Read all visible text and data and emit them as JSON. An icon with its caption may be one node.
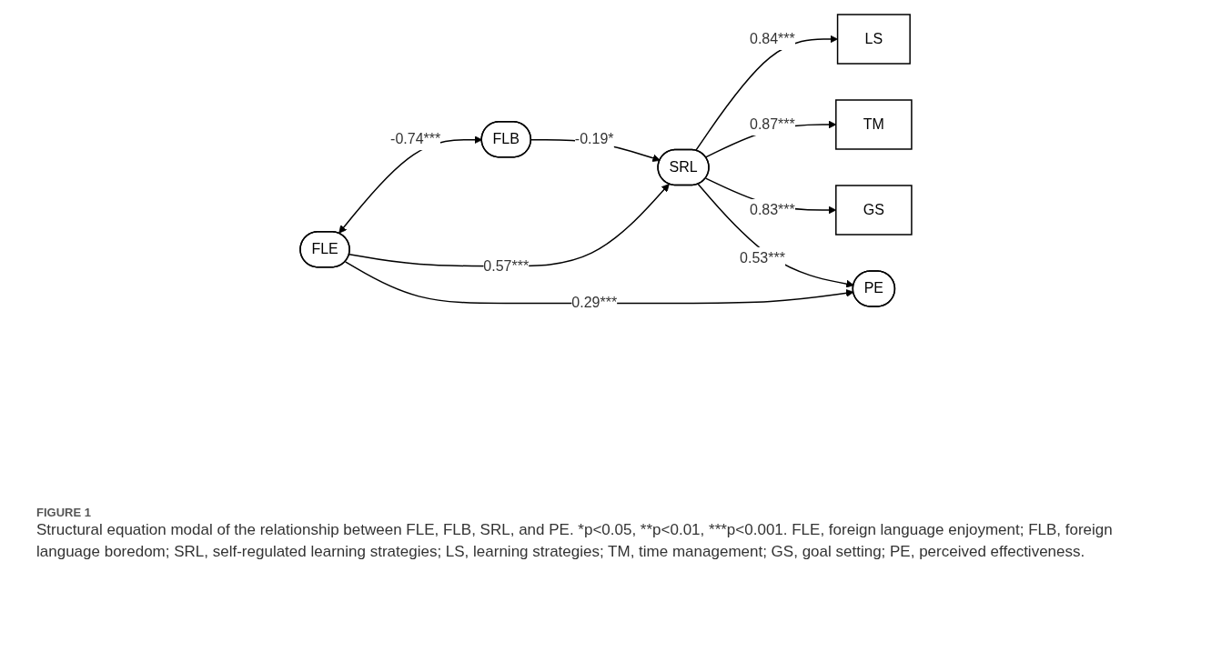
{
  "diagram": {
    "caption": "Structural equation modal of the relationship between FLE, FLB, SRL, and PE. *p<0.05, **p<0.01, ***p<0.001. FLE, foreign language enjoyment; FLB, foreign language boredom; SRL, self-regulated learning strategies; LS, learning strategies; TM, time management; GS, goal setting; PE, perceived effectiveness.",
    "nodes": [
      {
        "text": [
          "FLE"
        ]
      },
      {
        "text": [
          "FLB"
        ]
      },
      {
        "text": [
          "LS"
        ]
      },
      {
        "text": [
          "TM"
        ]
      },
      {
        "text": [
          "GS"
        ]
      },
      {
        "text": [
          "SRL"
        ]
      },
      {
        "text": [
          "PE"
        ]
      }
    ],
    "edges": [
      {
        "from": 0,
        "to": 1,
        "arrow": "both",
        "label": "-0.74***"
      },
      {
        "from": 0,
        "to": 5,
        "arrow": "to",
        "label": "0.57***"
      },
      {
        "from": 0,
        "to": 6,
        "arrow": "to",
        "label": "0.29***"
      },
      {
        "from": 5,
        "to": 2,
        "arrow": "to",
        "label": "0.84***"
      },
      {
        "from": 5,
        "to": 3,
        "arrow": "to",
        "label": "0.87***"
      },
      {
        "from": 5,
        "to": 4,
        "arrow": "to",
        "label": "0.83***"
      },
      {
        "from": 1,
        "to": 5,
        "arrow": "to",
        "label": "-0.19*"
      },
      {
        "from": 5,
        "to": 6,
        "arrow": "to",
        "label": "0.53***"
      }
    ],
    "labels": [
      "FIGURE 1"
    ]
  }
}
